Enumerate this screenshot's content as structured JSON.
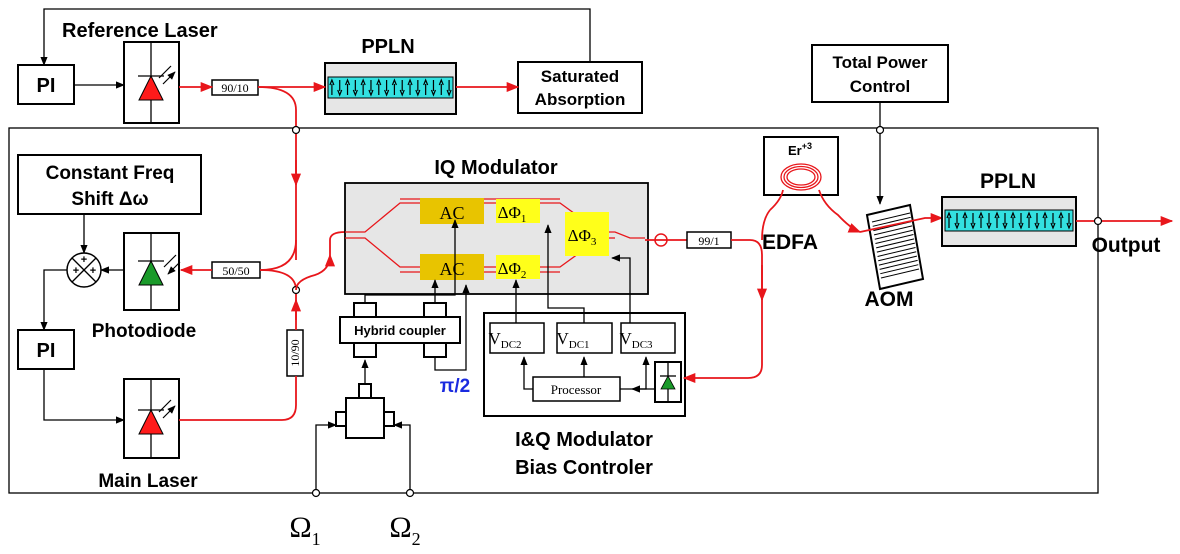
{
  "labels": {
    "reference_laser": "Reference Laser",
    "pi_top": "PI",
    "pi_left": "PI",
    "coupler_90_10": "90/10",
    "pplnl_top": "PPLN",
    "saturated_1": "Saturated",
    "saturated_2": "Absorption",
    "total_power_1": "Total Power",
    "total_power_2": "Control",
    "constant_freq_1": "Constant Freq",
    "constant_freq_2": "Shift Δω",
    "iq_modulator": "IQ Modulator",
    "ac_top": "AC",
    "ac_bottom": "AC",
    "dphi1": "ΔΦ",
    "dphi1_sub": "1",
    "dphi2": "ΔΦ",
    "dphi2_sub": "2",
    "dphi3": "ΔΦ",
    "dphi3_sub": "3",
    "er": "Er",
    "er_sup": "+3",
    "coupler_99_1": "99/1",
    "edfa": "EDFA",
    "ppln_right": "PPLN",
    "output": "Output",
    "aom": "AOM",
    "coupler_50_50": "50/50",
    "photodiode": "Photodiode",
    "coupler_10_90": "10/90",
    "main_laser": "Main Laser",
    "hybrid_coupler": "Hybrid coupler",
    "pi_half": "π/2",
    "vdc2": "V",
    "vdc2_sub": "DC2",
    "vdc1": "V",
    "vdc1_sub": "DC1",
    "vdc3": "V",
    "vdc3_sub": "DC3",
    "processor": "Processor",
    "bias_1": "I&Q Modulator",
    "bias_2": "Bias Controler",
    "omega1": "Ω",
    "omega1_sub": "1",
    "omega2": "Ω",
    "omega2_sub": "2"
  },
  "colors": {
    "optical_path": "#e8161b",
    "laser_red": "#ff1a1a",
    "laser_green": "#1a9a2a",
    "modulator_box": "#e6e6e6",
    "ac_fill": "#e8c400",
    "phase_fill": "#ffff1a",
    "ppln_crystal": "#33e0e0"
  }
}
